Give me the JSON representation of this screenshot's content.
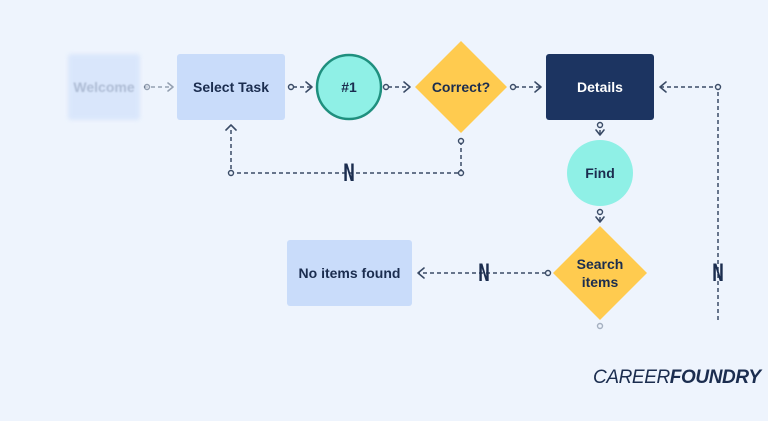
{
  "diagram": {
    "nodes": {
      "welcome": "Welcome",
      "select_task": "Select Task",
      "step1": "#1",
      "correct": "Correct?",
      "details": "Details",
      "find": "Find",
      "search_items": "Search items",
      "no_items": "No items found"
    },
    "edge_labels": {
      "correct_no": "N",
      "search_no": "N",
      "right_no": "N"
    }
  },
  "brand": {
    "logo_part1": "CAREER",
    "logo_part2": "FOUNDRY"
  },
  "colors": {
    "background": "#eef4fd",
    "light_blue_box": "#c9dcfa",
    "teal_circle": "#8ff0e6",
    "yellow_diamond": "#ffcb4f",
    "navy_box": "#1c3461",
    "text_dark": "#1b2d4f",
    "connector": "#3a4b66"
  }
}
